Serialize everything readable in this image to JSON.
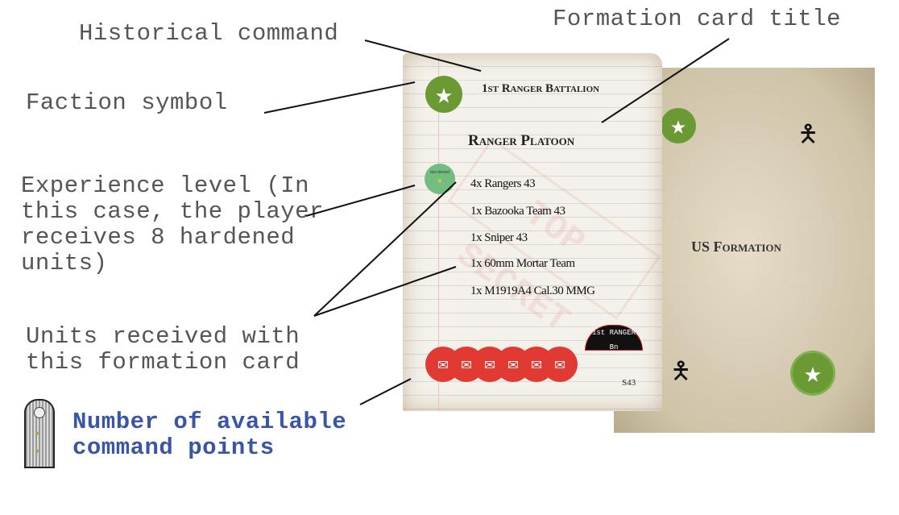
{
  "labels": {
    "historical_command": "Historical command",
    "formation_title": "Formation card title",
    "faction_symbol": "Faction symbol",
    "experience": "Experience level (In\nthis case, the player\nreceives 8 hardened\nunits)",
    "units": "Units received with\nthis formation card",
    "command_points": "Number of available\ncommand points"
  },
  "card": {
    "command": "1st Ranger Battalion",
    "title": "Ranger Platoon",
    "experience_badge": "Hardened",
    "units": [
      "4x Rangers 43",
      "1x Bazooka Team 43",
      "1x Sniper 43",
      "1x 60mm Mortar Team",
      "1x M1919A4 Cal.30 MMG"
    ],
    "watermark": "TOP SECRET",
    "insignia": "1st RANGER Bn",
    "code": "S43",
    "command_points": 6
  },
  "back_card": {
    "title": "US Formation"
  },
  "colors": {
    "faction_green": "#6b9a35",
    "command_red": "#e03a32",
    "label_blue": "#3a55a8"
  }
}
